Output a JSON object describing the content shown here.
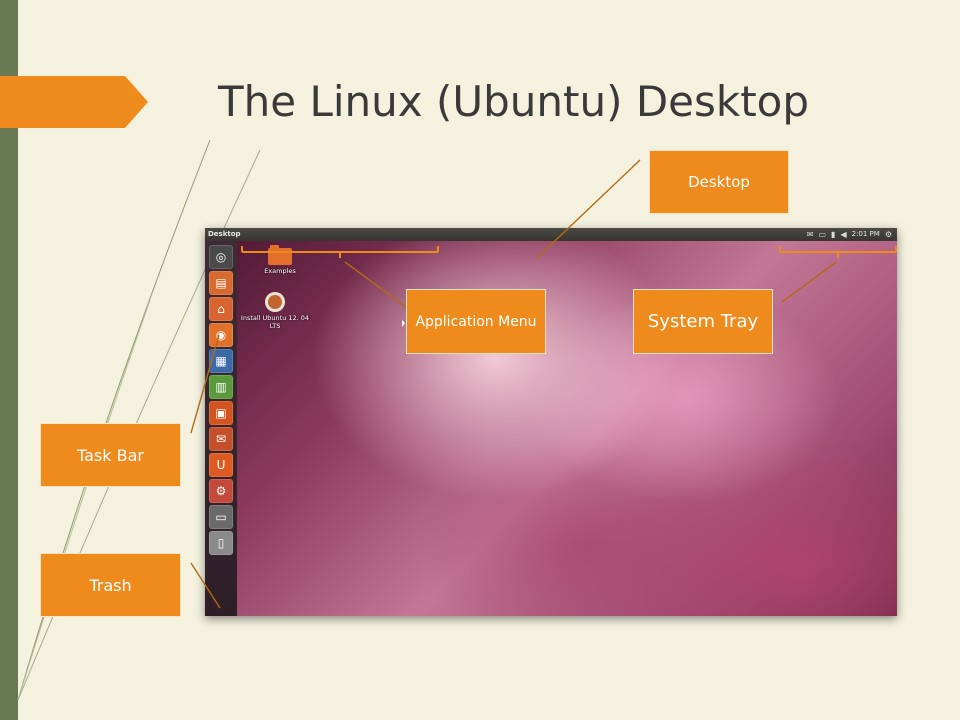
{
  "slide": {
    "title": "The Linux (Ubuntu) Desktop"
  },
  "colors": {
    "accent": "#ef8a1c",
    "sidebar": "#697a52",
    "background": "#f4f1de",
    "title_text": "#3a3a3a"
  },
  "screenshot": {
    "panel_title": "Desktop",
    "tray": {
      "icons": [
        "mail-icon",
        "battery-icon",
        "network-icon",
        "volume-icon"
      ],
      "clock": "2:01 PM",
      "session_icon": "gear-icon"
    },
    "launcher": [
      {
        "name": "dash-home",
        "glyph": "◎",
        "color": "#4a4a4a"
      },
      {
        "name": "files",
        "glyph": "▤",
        "color": "#d96a2e"
      },
      {
        "name": "home-folder",
        "glyph": "⌂",
        "color": "#d8642f"
      },
      {
        "name": "firefox",
        "glyph": "◉",
        "color": "#e0702a"
      },
      {
        "name": "libreoffice-writer",
        "glyph": "▦",
        "color": "#3c6aa7"
      },
      {
        "name": "libreoffice-calc",
        "glyph": "▥",
        "color": "#5a9a3a"
      },
      {
        "name": "libreoffice-impress",
        "glyph": "▣",
        "color": "#d4541f"
      },
      {
        "name": "software-center-bag",
        "glyph": "✉",
        "color": "#c3502a"
      },
      {
        "name": "ubuntu-one",
        "glyph": "U",
        "color": "#dd5a22"
      },
      {
        "name": "system-settings",
        "glyph": "⚙",
        "color": "#c34a3a"
      },
      {
        "name": "workspace-switcher",
        "glyph": "▭",
        "color": "#6a6a6a"
      },
      {
        "name": "trash",
        "glyph": "▯",
        "color": "#8a8a8a"
      }
    ],
    "desktop_icons": {
      "examples_label": "Examples",
      "install_label": "Install Ubuntu 12. 04 LTS"
    }
  },
  "callouts": {
    "desktop": "Desktop",
    "application_menu": "Application Menu",
    "system_tray": "System Tray",
    "task_bar": "Task Bar",
    "trash": "Trash"
  }
}
